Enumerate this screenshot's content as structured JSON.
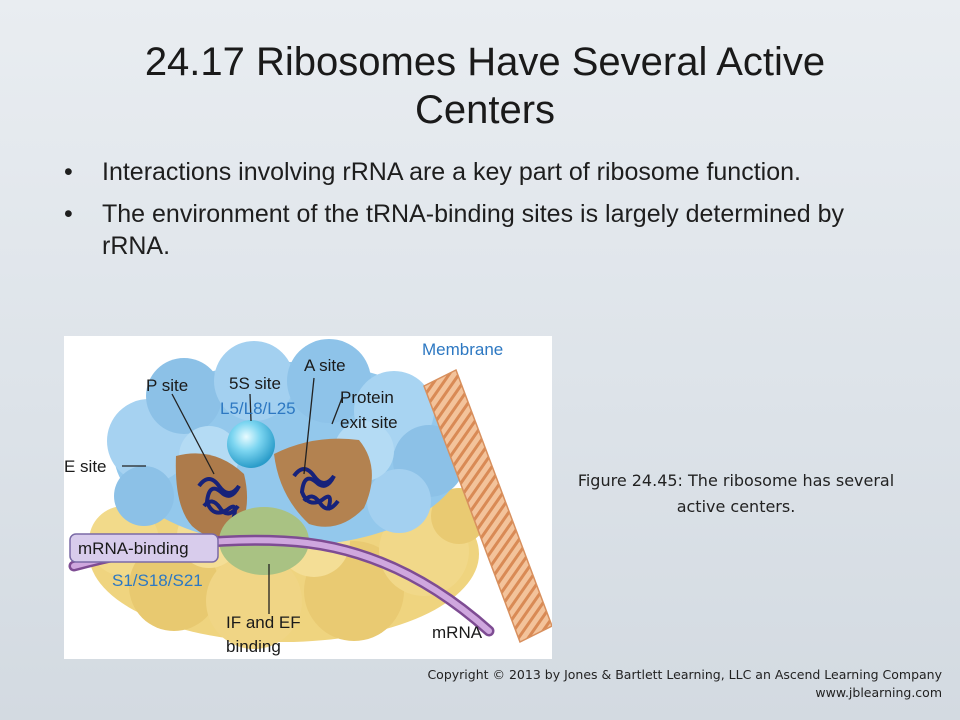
{
  "slide": {
    "title": "24.17 Ribosomes Have Several Active Centers",
    "bullets": [
      "Interactions involving rRNA are a key part of ribosome function.",
      "The environment of the tRNA-binding sites is largely determined by rRNA."
    ],
    "bullet_symbol": "•"
  },
  "figure": {
    "labels": {
      "membrane": "Membrane",
      "p_site": "P site",
      "five_s_site": "5S site",
      "l5_l8_l25": "L5/L8/L25",
      "a_site": "A site",
      "protein_exit_1": "Protein",
      "protein_exit_2": "exit site",
      "e_site": "E site",
      "mrna_binding": "mRNA-binding",
      "s1_s18_s21": "S1/S18/S21",
      "if_ef_1": "IF and EF",
      "if_ef_2": "binding",
      "mrna": "mRNA"
    },
    "caption": "Figure 24.45: The ribosome has several active centers."
  },
  "footer": {
    "copyright": "Copyright © 2013 by Jones & Bartlett Learning, LLC an Ascend Learning Company",
    "website": "www.jblearning.com"
  },
  "colors": {
    "large_subunit": "#8fc4ea",
    "small_subunit": "#eed27a",
    "trna_pocket": "#b07f4e",
    "mrna": "#c9a0d6",
    "sphere": "#6fd0ee",
    "helix": "#f0b98f"
  }
}
